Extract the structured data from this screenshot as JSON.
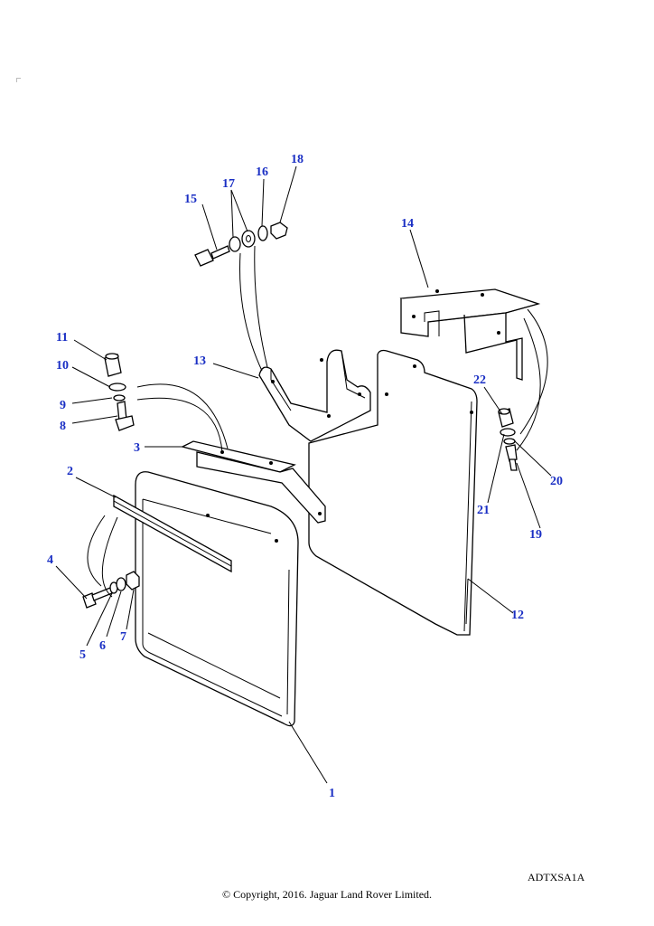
{
  "drawing_ref": "ADTXSA1A",
  "copyright": "© Copyright, 2016. Jaguar Land Rover Limited.",
  "callouts": {
    "c1": "1",
    "c2": "2",
    "c3": "3",
    "c4": "4",
    "c5": "5",
    "c6": "6",
    "c7": "7",
    "c8": "8",
    "c9": "9",
    "c10": "10",
    "c11": "11",
    "c12": "12",
    "c13": "13",
    "c14": "14",
    "c15": "15",
    "c16": "16",
    "c17": "17",
    "c18": "18",
    "c19": "19",
    "c20": "20",
    "c21": "21",
    "c22": "22"
  },
  "colors": {
    "callout": "#1a2fc4",
    "line": "#000000",
    "background": "#ffffff"
  }
}
